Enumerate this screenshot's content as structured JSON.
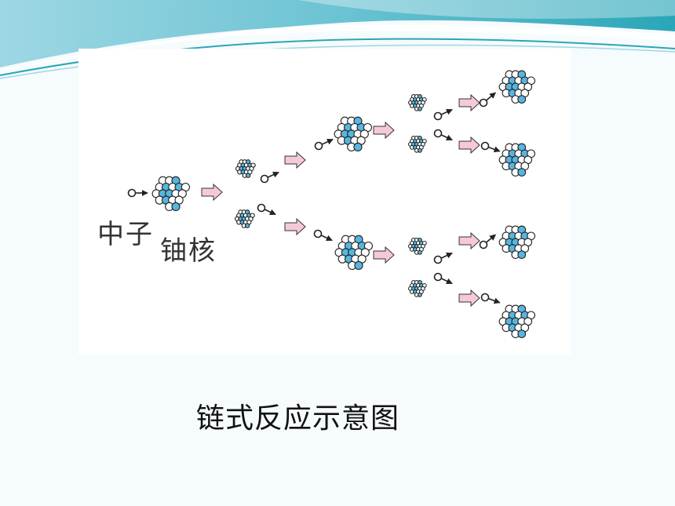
{
  "labels": {
    "neutron": "中子",
    "nucleus": "铀核"
  },
  "caption": "链式反应示意图",
  "colors": {
    "banner_teal": "#2aa6b8",
    "banner_light": "#bfe6ee",
    "nucleon_blue": "#56b6e0",
    "arrow_fill": "#f6c9d6"
  },
  "icons": [
    "neutron-icon",
    "uranium-nucleus-icon",
    "fission-fragment-icon",
    "process-arrow-icon",
    "neutron-arrow-icon"
  ]
}
